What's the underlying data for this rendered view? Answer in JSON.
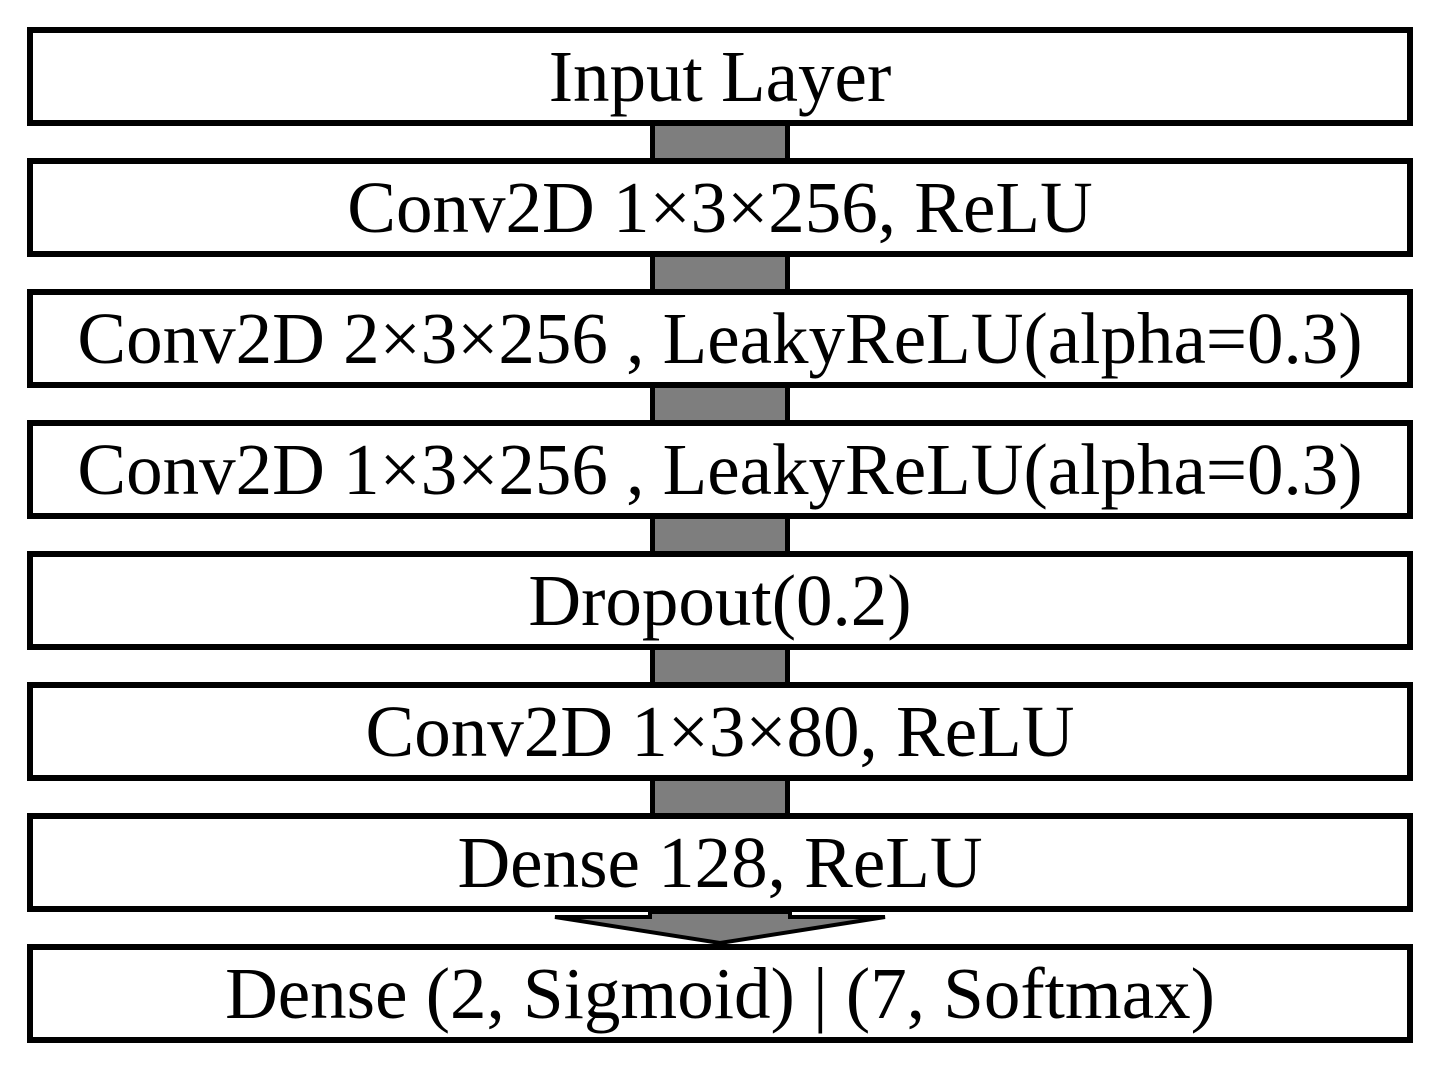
{
  "diagram": {
    "description": "Convolutional neural network architecture flow diagram",
    "colors": {
      "box_border": "#000000",
      "box_fill": "#ffffff",
      "connector_fill": "#7e7e7e",
      "text": "#000000"
    },
    "layers": [
      {
        "label": "Input Layer"
      },
      {
        "label": "Conv2D 1×3×256, ReLU"
      },
      {
        "label": "Conv2D 2×3×256 , LeakyReLU(alpha=0.3)"
      },
      {
        "label": "Conv2D 1×3×256 , LeakyReLU(alpha=0.3)"
      },
      {
        "label": "Dropout(0.2)"
      },
      {
        "label": "Conv2D 1×3×80, ReLU"
      },
      {
        "label": "Dense 128, ReLU"
      },
      {
        "label": "Dense (2, Sigmoid) | (7, Softmax)"
      }
    ],
    "connectors": [
      {
        "type": "bar"
      },
      {
        "type": "bar"
      },
      {
        "type": "bar"
      },
      {
        "type": "bar"
      },
      {
        "type": "bar"
      },
      {
        "type": "bar"
      },
      {
        "type": "arrow"
      }
    ]
  }
}
